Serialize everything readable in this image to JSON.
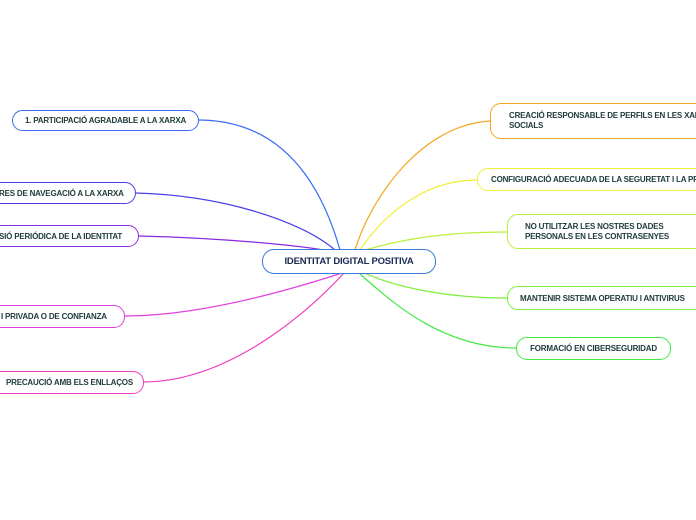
{
  "central": {
    "label": "IDENTITAT DIGITAL POSITIVA",
    "color": "#3b7bd8"
  },
  "left_branches": [
    {
      "label": "1. PARTICIPACIÓ AGRADABLE A LA XARXA",
      "color": "#3b6cf5"
    },
    {
      "label": "RES DE NAVEGACIÓ A LA XARXA",
      "color": "#4a3de8"
    },
    {
      "label": "SIÓ PERIÓDICA DE LA IDENTITAT",
      "color": "#8a2be2"
    },
    {
      "label": "I PRIVADA O DE CONFIANZA",
      "color": "#e040e0"
    },
    {
      "label": "PRECAUCIÓ AMB ELS ENLLAÇOS",
      "color": "#f03cc0"
    }
  ],
  "right_branches": [
    {
      "label": "CREACIÓ RESPONSABLE DE PERFILS EN LES XARXES",
      "label2": "SOCIALS",
      "color": "#f5a623"
    },
    {
      "label": "CONFIGURACIÓ ADECUADA DE LA SEGURETAT I LA PRIVACITAT",
      "color": "#f0ee3a"
    },
    {
      "label": "NO UTILITZAR LES NOSTRES DADES",
      "label2": "PERSONALS EN LES CONTRASENYES",
      "color": "#b8f03a"
    },
    {
      "label": "MANTENIR SISTEMA OPERATIU I ANTIVIRUS",
      "color": "#7cf03a"
    },
    {
      "label": "FORMACIÓ EN CIBERSEGURIDAD",
      "color": "#44e844"
    }
  ]
}
